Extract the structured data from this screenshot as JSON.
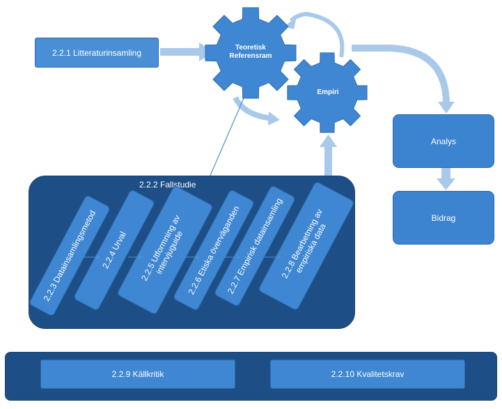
{
  "diagram": {
    "litteratur": "2.2.1 Litteraturinsamling",
    "gear_teoretisk": [
      "Teoretisk",
      "Referensram"
    ],
    "gear_empiri": "Empiri",
    "analys": "Analys",
    "bidrag": "Bidrag",
    "fallstudie_title": "2.2.2 Fallstudie",
    "steps": [
      {
        "label": "2.2.3 Datainsamlingsmetod"
      },
      {
        "label": "2.2.4 Urval"
      },
      {
        "label": "2.2.5 Utformning av\nintervjuguide"
      },
      {
        "label": "2.2.6 Etiska överväganden"
      },
      {
        "label": "2.2.7 Empirisk datainsamling"
      },
      {
        "label": "2.2.8 Bearbetning av\nempiriska data"
      }
    ],
    "kallkritik": "2.2.9 Källkritik",
    "kvalitetskrav": "2.2.10 Kvalitetskrav"
  },
  "colors": {
    "box": "#3f87d2",
    "panel": "#1d4f86",
    "arrow_light": "#a9c9ea",
    "gear": "#3f87d2"
  }
}
